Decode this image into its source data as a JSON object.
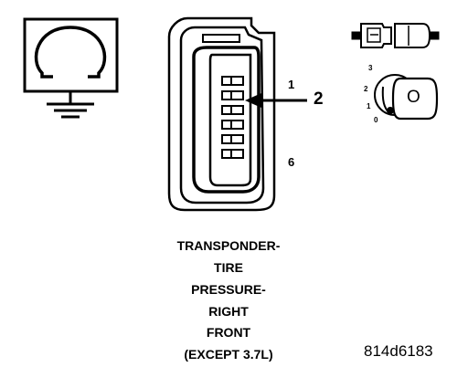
{
  "connector": {
    "pin_first": "1",
    "pin_last": "6",
    "callout_pin": "2"
  },
  "ignition_switch": {
    "positions": [
      "3",
      "2",
      "1",
      "0"
    ],
    "key_label": "O"
  },
  "title_lines": [
    "TRANSPONDER-",
    "TIRE",
    "PRESSURE-",
    "RIGHT",
    "FRONT",
    "(EXCEPT 3.7L)"
  ],
  "figure_code": "814d6183"
}
